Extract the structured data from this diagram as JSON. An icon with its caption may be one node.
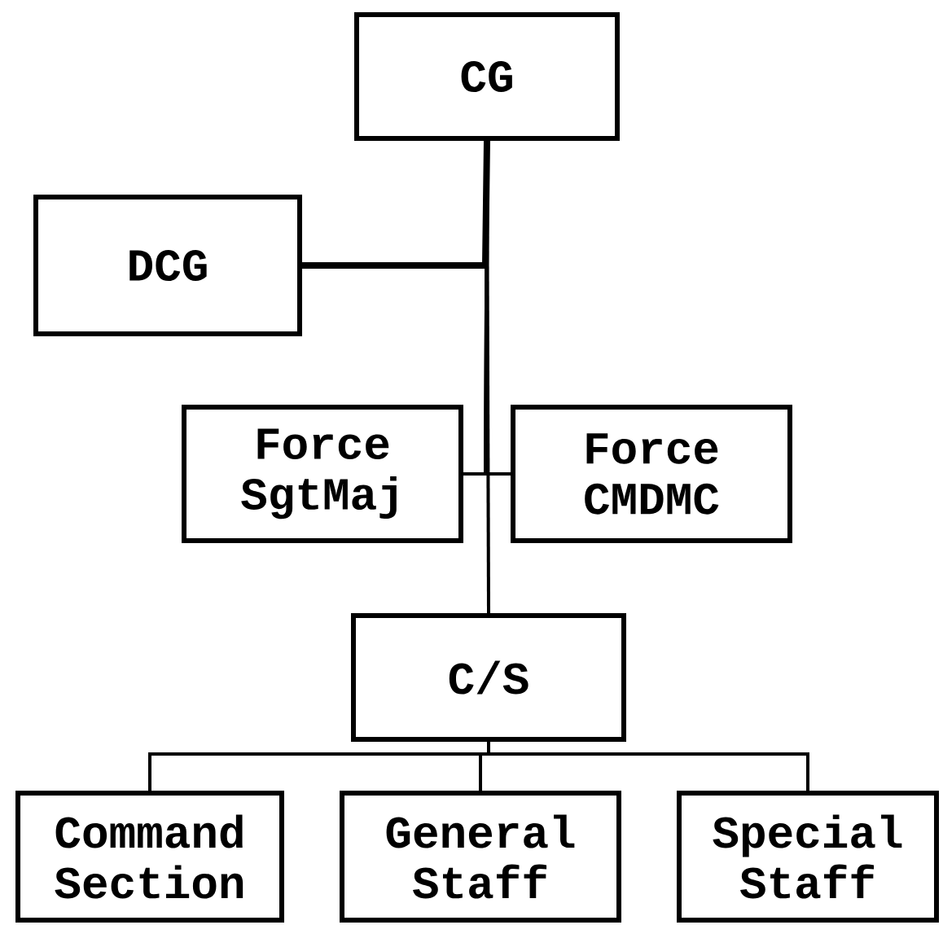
{
  "diagram": {
    "nodes": [
      {
        "text": [
          "CG"
        ]
      },
      {
        "text": [
          "DCG"
        ]
      },
      {
        "text": [
          "Force SgtMaj"
        ]
      },
      {
        "text": [
          "Force CMDMC"
        ]
      },
      {
        "text": [
          "C/S"
        ]
      },
      {
        "text": [
          "Command Section"
        ]
      },
      {
        "text": [
          "General Staff"
        ]
      },
      {
        "text": [
          "Special Staff"
        ]
      }
    ],
    "edges": [
      {
        "from": 0,
        "to": 1,
        "arrow": "none",
        "style": "thick"
      },
      {
        "from": 0,
        "to": 2,
        "arrow": "none"
      },
      {
        "from": 0,
        "to": 3,
        "arrow": "none"
      },
      {
        "from": 0,
        "to": 4,
        "arrow": "none"
      },
      {
        "from": 4,
        "to": 5,
        "arrow": "none"
      },
      {
        "from": 4,
        "to": 6,
        "arrow": "none"
      },
      {
        "from": 4,
        "to": 7,
        "arrow": "none"
      }
    ]
  }
}
